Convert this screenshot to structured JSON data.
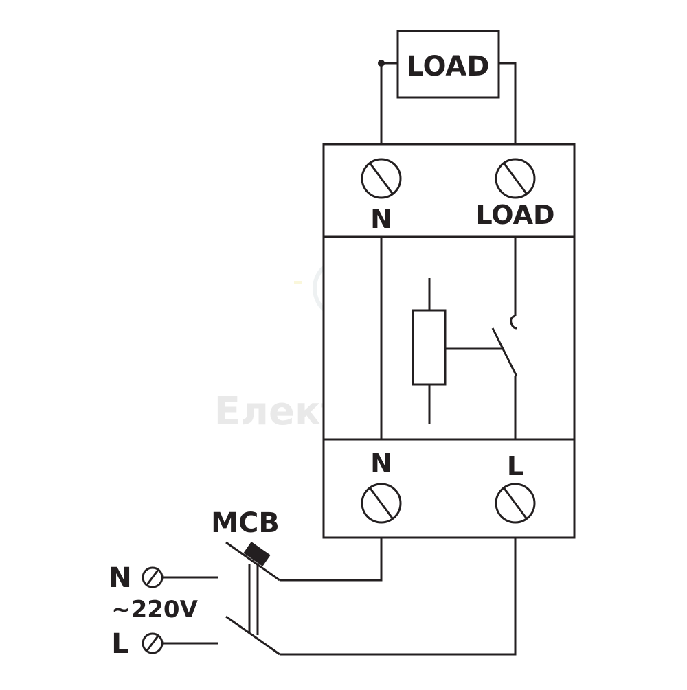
{
  "diagram": {
    "load_box_label": "LOAD",
    "top_terminals": {
      "left": "N",
      "right": "LOAD"
    },
    "bottom_terminals": {
      "left": "N",
      "right": "L"
    },
    "breaker_label": "MCB",
    "supply": {
      "neutral": "N",
      "voltage": "~220V",
      "line": "L"
    },
    "watermark": "Електродім"
  },
  "colors": {
    "line": "#231f20",
    "background": "#ffffff",
    "watermark": "#e9e9e9"
  }
}
